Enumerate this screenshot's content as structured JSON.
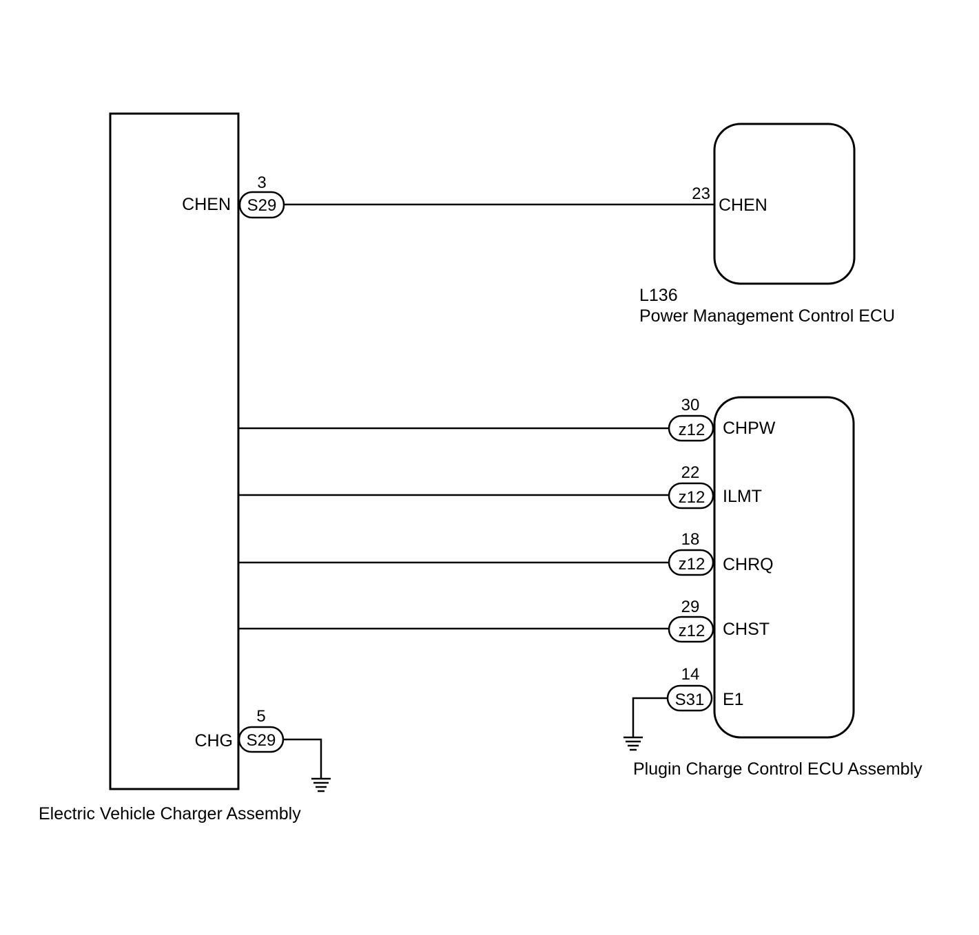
{
  "components": {
    "ev_charger": {
      "name": "Electric Vehicle Charger Assembly"
    },
    "power_mgmt_ecu": {
      "code": "L136",
      "name": "Power Management Control ECU"
    },
    "plugin_charge_ecu": {
      "name": "Plugin Charge Control ECU Assembly"
    }
  },
  "ev_charger_terminals": {
    "chen": {
      "label": "CHEN",
      "pin": "3",
      "connector": "S29"
    },
    "chg": {
      "label": "CHG",
      "pin": "5",
      "connector": "S29"
    }
  },
  "power_mgmt_terminals": {
    "chen": {
      "label": "CHEN",
      "pin": "23"
    }
  },
  "plugin_ecu_terminals": {
    "chpw": {
      "label": "CHPW",
      "pin": "30",
      "connector": "z12"
    },
    "ilmt": {
      "label": "ILMT",
      "pin": "22",
      "connector": "z12"
    },
    "chrq": {
      "label": "CHRQ",
      "pin": "18",
      "connector": "z12"
    },
    "chst": {
      "label": "CHST",
      "pin": "29",
      "connector": "z12"
    },
    "e1": {
      "label": "E1",
      "pin": "14",
      "connector": "S31"
    }
  },
  "colors": {
    "line": "#000000",
    "background": "#ffffff"
  }
}
